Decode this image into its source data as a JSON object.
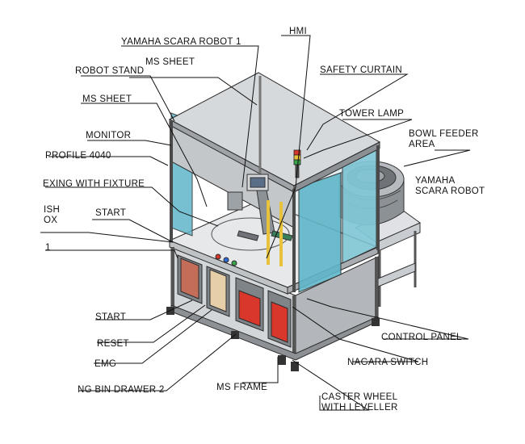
{
  "labels": {
    "yamaha_scara_robot_1": "YAMAHA SCARA ROBOT 1",
    "hmi": "HMI",
    "ms_sheet_top": "MS SHEET",
    "robot_stand": "ROBOT STAND",
    "safety_curtain": "SAFETY CURTAIN",
    "ms_sheet_left": "MS SHEET",
    "tower_lamp": "TOWER LAMP",
    "monitor": "MONITOR",
    "bowl_feeder_area_1": "BOWL FEEDER",
    "bowl_feeder_area_2": "AREA",
    "profile_4040": "PROFILE 4040",
    "yamaha_scara_robot_1b": "YAMAHA",
    "yamaha_scara_robot_2b": "SCARA ROBOT",
    "indexing_with_fixture": "EXING WITH FIXTURE",
    "push_box_1": "ISH",
    "push_box_2": "OX",
    "start_top": "START",
    "one": "1",
    "start_bottom": "START",
    "reset": "RESET",
    "emg": "EMG",
    "control_panel": "CONTROL PANEL",
    "nagara_switch": "NAGARA SWITCH",
    "ng_bin_drawer_2": "NG BIN DRAWER 2",
    "ms_frame": "MS FRAME",
    "caster_wheel_1": "CASTER WHEEL",
    "caster_wheel_2": "WITH LEVELLER"
  },
  "colors": {
    "frame": "#b9bcc0",
    "frame_dark": "#6f7378",
    "glass": "#5fb6c9",
    "glass_light": "#9fd6e2",
    "line": "#222222",
    "lamp_red": "#d9372b",
    "lamp_yellow": "#e8c23a",
    "lamp_green": "#3aa24a"
  }
}
